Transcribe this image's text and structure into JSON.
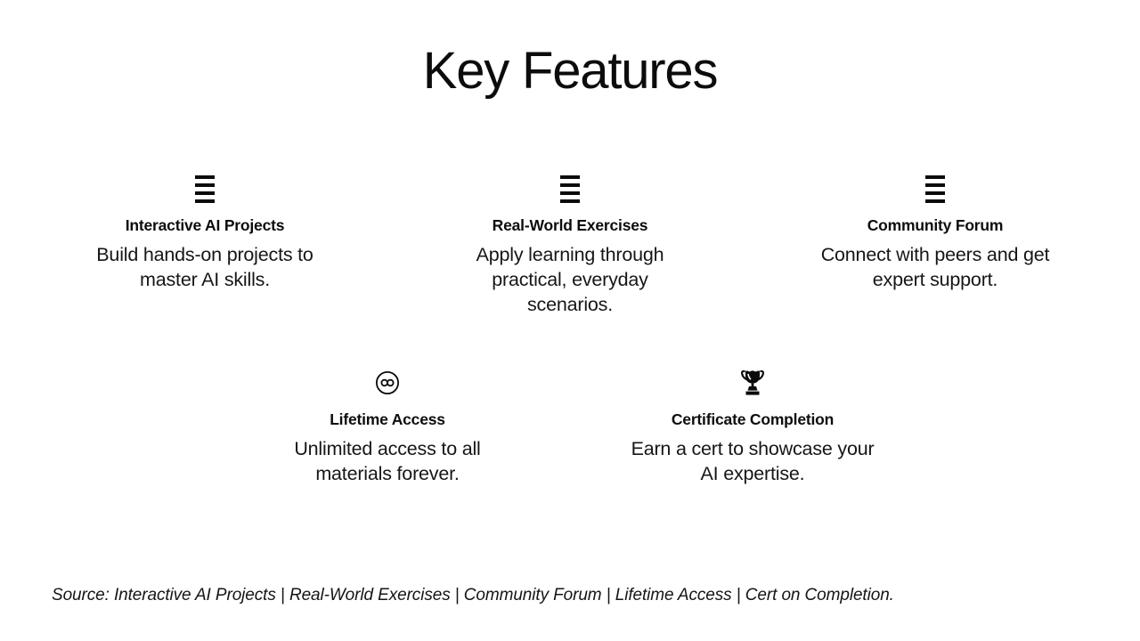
{
  "header": {
    "title": "Key Features"
  },
  "features": [
    {
      "icon": "list-icon",
      "title": "Interactive AI Projects",
      "description": "Build hands-on projects to\nmaster AI skills."
    },
    {
      "icon": "list-icon",
      "title": "Real-World Exercises",
      "description": "Apply learning through\npractical, everyday\nscenarios."
    },
    {
      "icon": "list-icon",
      "title": "Community Forum",
      "description": "Connect with peers and get\nexpert support."
    },
    {
      "icon": "infinity-circle-icon",
      "title": "Lifetime Access",
      "description": "Unlimited access to all\nmaterials forever."
    },
    {
      "icon": "trophy-icon",
      "title": "Certificate Completion",
      "description": "Earn a cert to showcase your\nAI expertise."
    }
  ],
  "footer": {
    "source": "Source: Interactive AI Projects | Real-World Exercises | Community Forum | Lifetime Access | Cert on Completion."
  },
  "colors": {
    "background": "#ffffff",
    "text": "#111111"
  }
}
